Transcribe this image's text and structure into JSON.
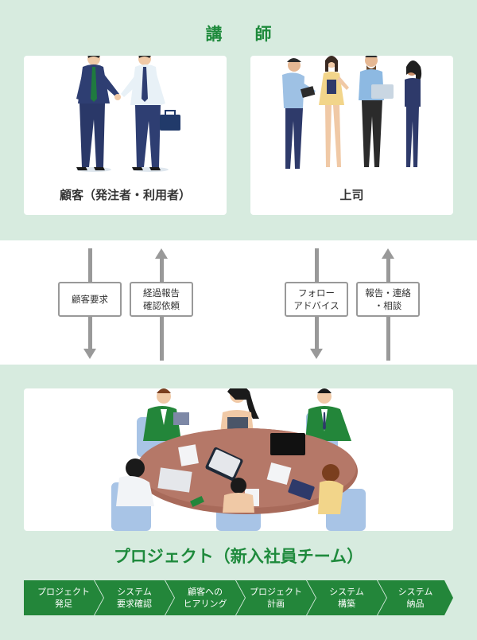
{
  "header": {
    "title": "講　師"
  },
  "cards": {
    "customer": {
      "label": "顧客（発注者・利用者）"
    },
    "boss": {
      "label": "上司"
    }
  },
  "flows": [
    {
      "line1": "顧客要求",
      "line2": ""
    },
    {
      "line1": "経過報告",
      "line2": "確認依頼"
    },
    {
      "line1": "フォロー",
      "line2": "アドバイス"
    },
    {
      "line1": "報告・連絡",
      "line2": "・相談"
    }
  ],
  "project": {
    "title": "プロジェクト（新入社員チーム）"
  },
  "steps": [
    {
      "line1": "プロジェクト",
      "line2": "発足"
    },
    {
      "line1": "システム",
      "line2": "要求確認"
    },
    {
      "line1": "顧客への",
      "line2": "ヒアリング"
    },
    {
      "line1": "プロジェクト",
      "line2": "計画"
    },
    {
      "line1": "システム",
      "line2": "構築"
    },
    {
      "line1": "システム",
      "line2": "納品"
    }
  ],
  "colors": {
    "accent": "#1e8a3c",
    "band": "#d7ebdf",
    "step": "#23863a",
    "arrow": "#999999"
  }
}
